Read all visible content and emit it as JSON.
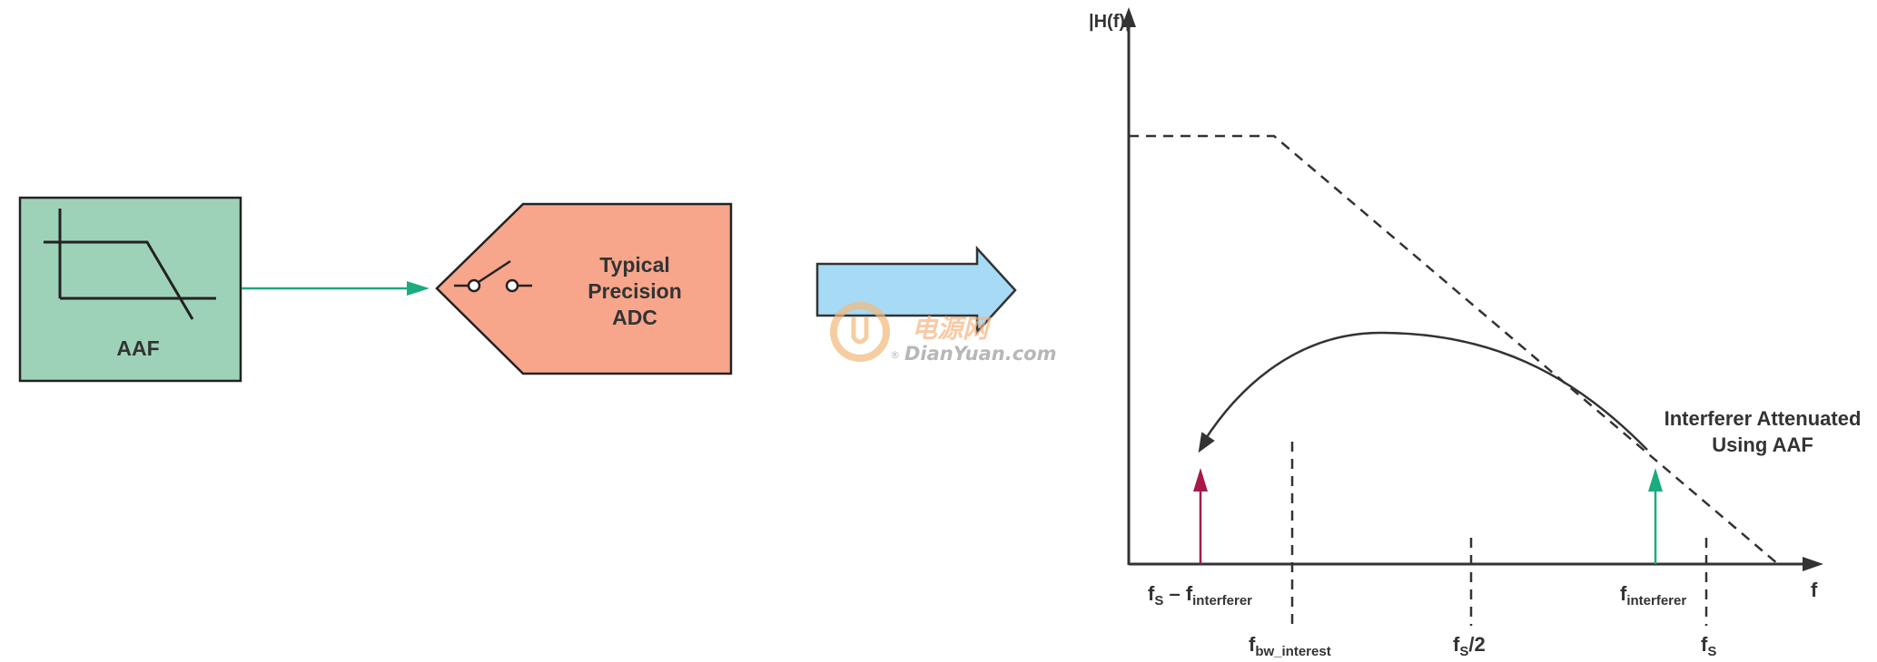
{
  "blocks": {
    "aaf": {
      "label": "AAF",
      "fill": "#9ed2b8"
    },
    "adc": {
      "line1": "Typical",
      "line2": "Precision",
      "line3": "ADC",
      "fill": "#f7a68c"
    }
  },
  "arrow": {
    "fill": "#a7daf5"
  },
  "watermark": {
    "cn": "电源网",
    "en": "DianYuan.com",
    "mark": "®"
  },
  "plot": {
    "y_axis_label": "|H(f)|",
    "x_axis_label": "f",
    "annotation": {
      "line1": "Interferer Attenuated",
      "line2": "Using AAF"
    },
    "tick_labels": {
      "fs_minus_finterferer": {
        "f": "f",
        "s": "S",
        "minus": " – ",
        "f2": "f",
        "sub2": "interferer"
      },
      "fbw_interest": {
        "f": "f",
        "sub": "bw_interest"
      },
      "fs_half": {
        "f": "f",
        "s": "S",
        "rest": "/2"
      },
      "finterferer": {
        "f": "f",
        "sub": "interferer"
      },
      "fs": {
        "f": "f",
        "s": "S"
      }
    },
    "colors": {
      "alias_arrow": "#a6194a",
      "interferer_arrow": "#1aab80",
      "signal_link": "#1aab80"
    }
  }
}
